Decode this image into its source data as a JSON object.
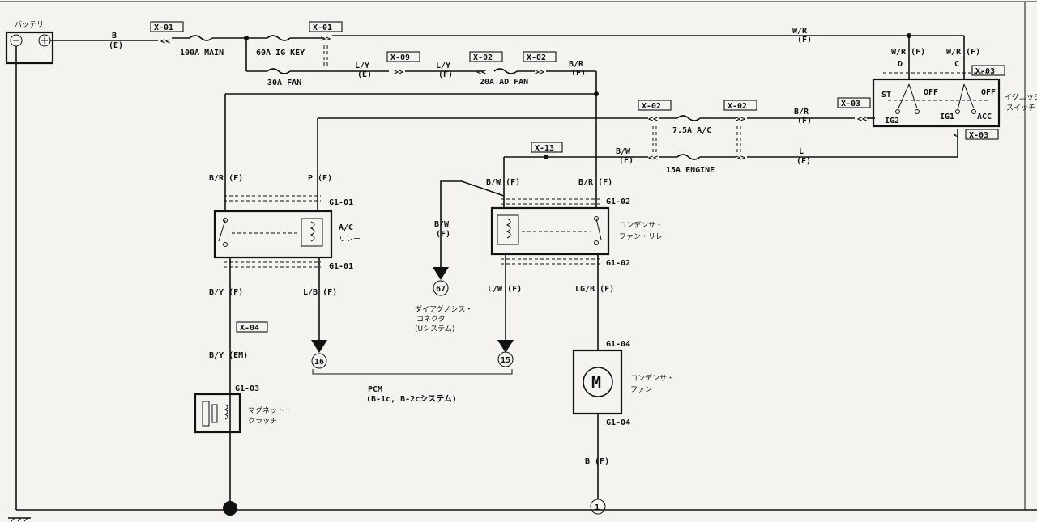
{
  "battery": {
    "label": "バッテリ",
    "wire": "B",
    "wire_sub": "(E)"
  },
  "fuses": {
    "main": "100A MAIN",
    "ig_key": "60A IG KEY",
    "fan": "30A FAN",
    "ad_fan": "20A AD FAN",
    "ac": "7.5A A/C",
    "engine": "15A ENGINE"
  },
  "connectors": {
    "x01": "X-01",
    "x02": "X-02",
    "x03": "X-03",
    "x04": "X-04",
    "x09": "X-09",
    "x13": "X-13",
    "g101": "G1-01",
    "g102": "G1-02",
    "g103": "G1-03",
    "g104": "G1-04"
  },
  "wires": {
    "wr_f": "W/R",
    "wr_f_sub": "(F)",
    "ly": "L/Y",
    "ly_e": "(E)",
    "ly_f": "(F)",
    "br": "B/R",
    "br_sub": "(F)",
    "bw": "B/W",
    "bw_sub": "(F)",
    "l": "L",
    "l_sub": "(F)",
    "br_f": "B/R (F)",
    "p_f": "P (F)",
    "bw_f": "B/W (F)",
    "by_f": "B/Y (F)",
    "lb_f": "L/B (F)",
    "lw_f": "L/W (F)",
    "lgb_f": "LG/B (F)",
    "by_em": "B/Y (EM)",
    "bw2": "B/W",
    "bw2_sub": "(F)",
    "b_f": "B (F)",
    "wr_d": "W/R (F)",
    "wr_c": "W/R (F)",
    "d": "D",
    "c": "C"
  },
  "ignition": {
    "label_1": "イグニッシ",
    "label_2": "スイッチ",
    "st": "ST",
    "off1": "OFF",
    "off2": "OFF",
    "ig2": "IG2",
    "ig1": "IG1",
    "acc": "ACC"
  },
  "components": {
    "ac_relay_1": "A/C",
    "ac_relay_2": "リレー",
    "cond_relay_1": "コンデンサ・",
    "cond_relay_2": "ファン・リレー",
    "cond_fan_1": "コンデンサ・",
    "cond_fan_2": "ファン",
    "motor": "M",
    "clutch_1": "マグネット・",
    "clutch_2": "クラッチ",
    "diag_1": "ダイアグノシス・",
    "diag_2": "コネクタ",
    "diag_3": "(Uシステム)",
    "pcm_1": "PCM",
    "pcm_2": "(B-1c, B-2cシステム)"
  },
  "terminals": {
    "t67": "67",
    "t16": "16",
    "t15": "15",
    "t1": "1"
  }
}
